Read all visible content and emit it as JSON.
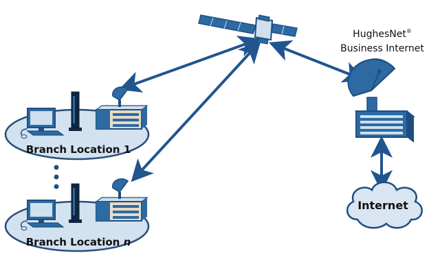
{
  "hughesnet": {
    "brand": "HughesNet",
    "registered": "®",
    "service": "Business Internet"
  },
  "internet_label": "Internet",
  "branches": [
    {
      "label_prefix": "Branch Location ",
      "label_suffix": "1"
    },
    {
      "label_prefix": "Branch Location ",
      "label_suffix": "n"
    }
  ],
  "colors": {
    "link_arrow": "#21558f",
    "equipment_dark": "#1e4e80",
    "equipment_mid": "#2d6aa3",
    "equipment_light": "#cfe0ef",
    "building_front": "#e8dcc5",
    "ellipse_fill": "#d2e2f1",
    "ellipse_stroke": "#2a4e78",
    "cloud_fill": "#d9e5f1"
  }
}
